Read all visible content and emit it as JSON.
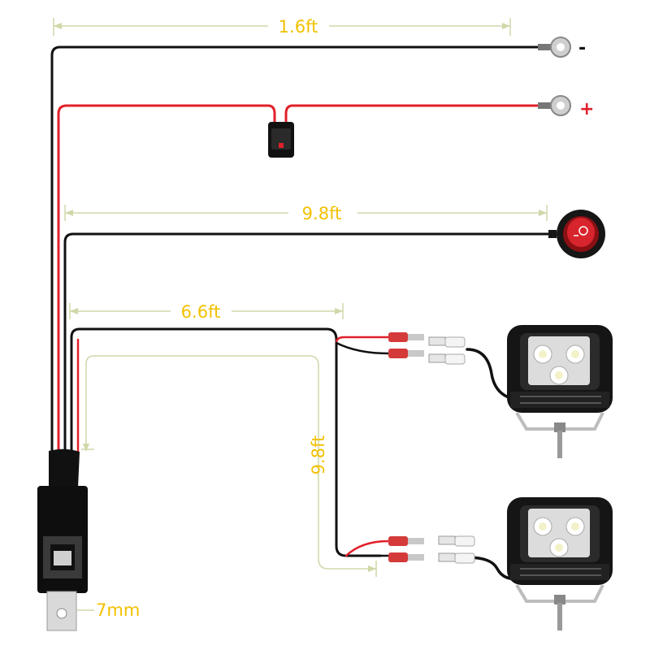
{
  "colors": {
    "wire_black": "#111111",
    "wire_red": "#e1202a",
    "dimension": "#f2c100",
    "guide": "#cfd8a8",
    "polarity_negative": "#111111",
    "polarity_positive": "#e1202a"
  },
  "dimensions": {
    "ground_wire": "1.6ft",
    "switch_wire": "9.8ft",
    "light_wire_first": "6.6ft",
    "light_wire_second": "9.8ft",
    "relay_mount": "7mm"
  },
  "terminals": {
    "negative": "-",
    "positive": "+"
  },
  "icons": {
    "relay": "relay-icon",
    "fuse": "fuse-holder-icon",
    "switch": "rocker-switch-icon",
    "light": "led-work-light-icon",
    "ring": "ring-terminal-icon",
    "connector": "spade-connector-icon"
  }
}
